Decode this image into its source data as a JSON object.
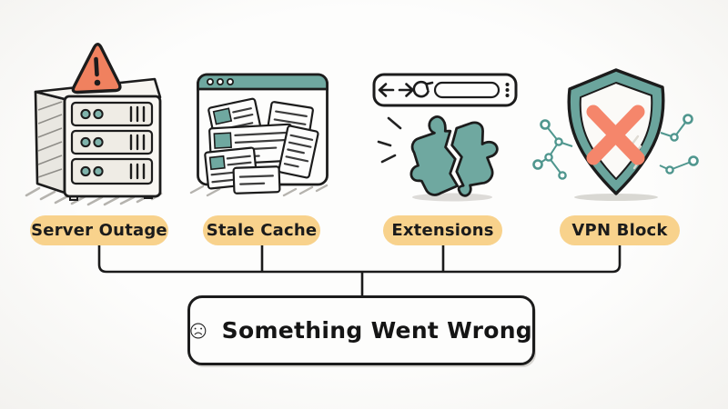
{
  "diagram": {
    "type": "cause-effect troubleshooting diagram",
    "causes": [
      {
        "id": "server-outage",
        "label": "Server Outage",
        "icon": "server-rack-warning-icon"
      },
      {
        "id": "stale-cache",
        "label": "Stale Cache",
        "icon": "browser-stacked-pages-icon"
      },
      {
        "id": "extensions",
        "label": "Extensions",
        "icon": "broken-puzzle-piece-icon"
      },
      {
        "id": "vpn-block",
        "label": "VPN Block",
        "icon": "shield-x-icon"
      }
    ],
    "result": {
      "label": "Something Went Wrong",
      "icon": "sad-face-icon"
    }
  },
  "colors": {
    "outline": "#1c1c1c",
    "teal": "#6FA8A0",
    "salmon": "#F28262",
    "x_salmon": "#F5866B",
    "pill_amber": "#F8D28C",
    "shadow_gray": "#b9b7b2",
    "background": "#fdfdfc"
  }
}
